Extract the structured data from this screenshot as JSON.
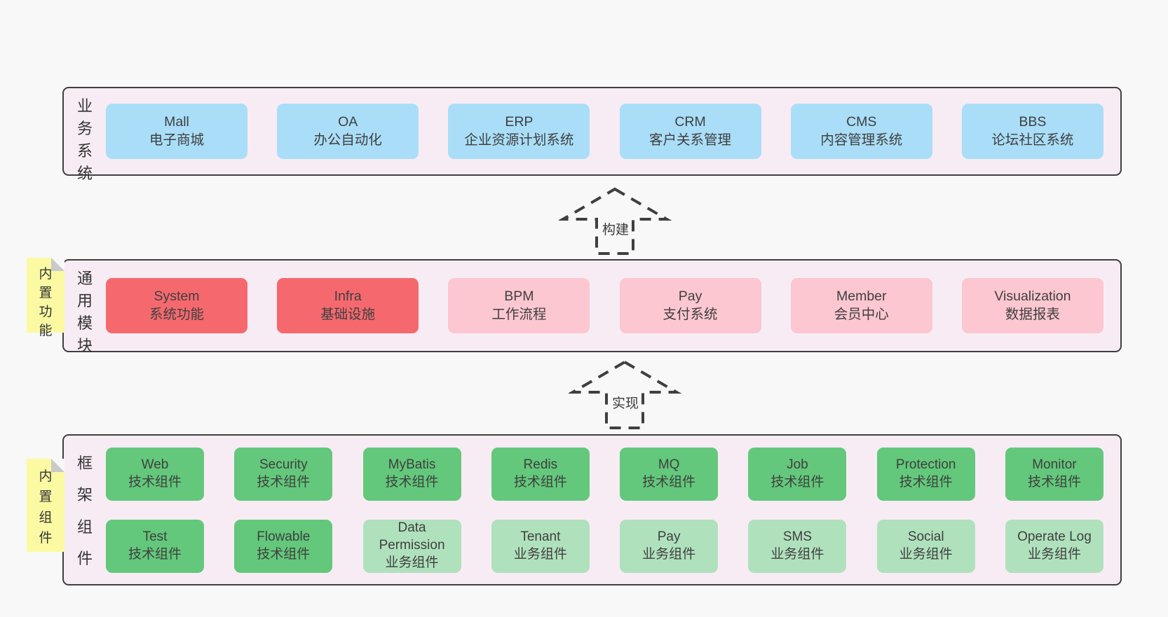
{
  "colors": {
    "page_bg": "#f8f8f8",
    "band_bg": "#f8ecf4",
    "band_border": "#3f3f3f",
    "blue": "#aadef8",
    "red": "#f5696e",
    "pink": "#fcc7d0",
    "green": "#63c87b",
    "light_green": "#b0e1bd",
    "yellow": "#fbfaa3",
    "fold_gray": "#c8cacc",
    "text": "#3f3f3f"
  },
  "arrows": [
    {
      "label": "构建"
    },
    {
      "label": "实现"
    }
  ],
  "bands": [
    {
      "label": "业务系统",
      "sticky": null,
      "rows": [
        [
          {
            "title": "Mall",
            "subtitle": "电子商城",
            "type": "blue"
          },
          {
            "title": "OA",
            "subtitle": "办公自动化",
            "type": "blue"
          },
          {
            "title": "ERP",
            "subtitle": "企业资源计划系统",
            "type": "blue"
          },
          {
            "title": "CRM",
            "subtitle": "客户关系管理",
            "type": "blue"
          },
          {
            "title": "CMS",
            "subtitle": "内容管理系统",
            "type": "blue"
          },
          {
            "title": "BBS",
            "subtitle": "论坛社区系统",
            "type": "blue"
          }
        ]
      ]
    },
    {
      "label": "通用模块",
      "sticky": "内置功能",
      "rows": [
        [
          {
            "title": "System",
            "subtitle": "系统功能",
            "type": "red"
          },
          {
            "title": "Infra",
            "subtitle": "基础设施",
            "type": "red"
          },
          {
            "title": "BPM",
            "subtitle": "工作流程",
            "type": "pink"
          },
          {
            "title": "Pay",
            "subtitle": "支付系统",
            "type": "pink"
          },
          {
            "title": "Member",
            "subtitle": "会员中心",
            "type": "pink"
          },
          {
            "title": "Visualization",
            "subtitle": "数据报表",
            "type": "pink"
          }
        ]
      ]
    },
    {
      "label": "框架组件",
      "sticky": "内置组件",
      "rows": [
        [
          {
            "title": "Web",
            "subtitle": "技术组件",
            "type": "green"
          },
          {
            "title": "Security",
            "subtitle": "技术组件",
            "type": "green"
          },
          {
            "title": "MyBatis",
            "subtitle": "技术组件",
            "type": "green"
          },
          {
            "title": "Redis",
            "subtitle": "技术组件",
            "type": "green"
          },
          {
            "title": "MQ",
            "subtitle": "技术组件",
            "type": "green"
          },
          {
            "title": "Job",
            "subtitle": "技术组件",
            "type": "green"
          },
          {
            "title": "Protection",
            "subtitle": "技术组件",
            "type": "green"
          },
          {
            "title": "Monitor",
            "subtitle": "技术组件",
            "type": "green"
          }
        ],
        [
          {
            "title": "Test",
            "subtitle": "技术组件",
            "type": "green"
          },
          {
            "title": "Flowable",
            "subtitle": "技术组件",
            "type": "green"
          },
          {
            "title": "Data Permission",
            "subtitle": "业务组件",
            "type": "light_green"
          },
          {
            "title": "Tenant",
            "subtitle": "业务组件",
            "type": "light_green"
          },
          {
            "title": "Pay",
            "subtitle": "业务组件",
            "type": "light_green"
          },
          {
            "title": "SMS",
            "subtitle": "业务组件",
            "type": "light_green"
          },
          {
            "title": "Social",
            "subtitle": "业务组件",
            "type": "light_green"
          },
          {
            "title": "Operate Log",
            "subtitle": "业务组件",
            "type": "light_green"
          }
        ]
      ]
    }
  ]
}
